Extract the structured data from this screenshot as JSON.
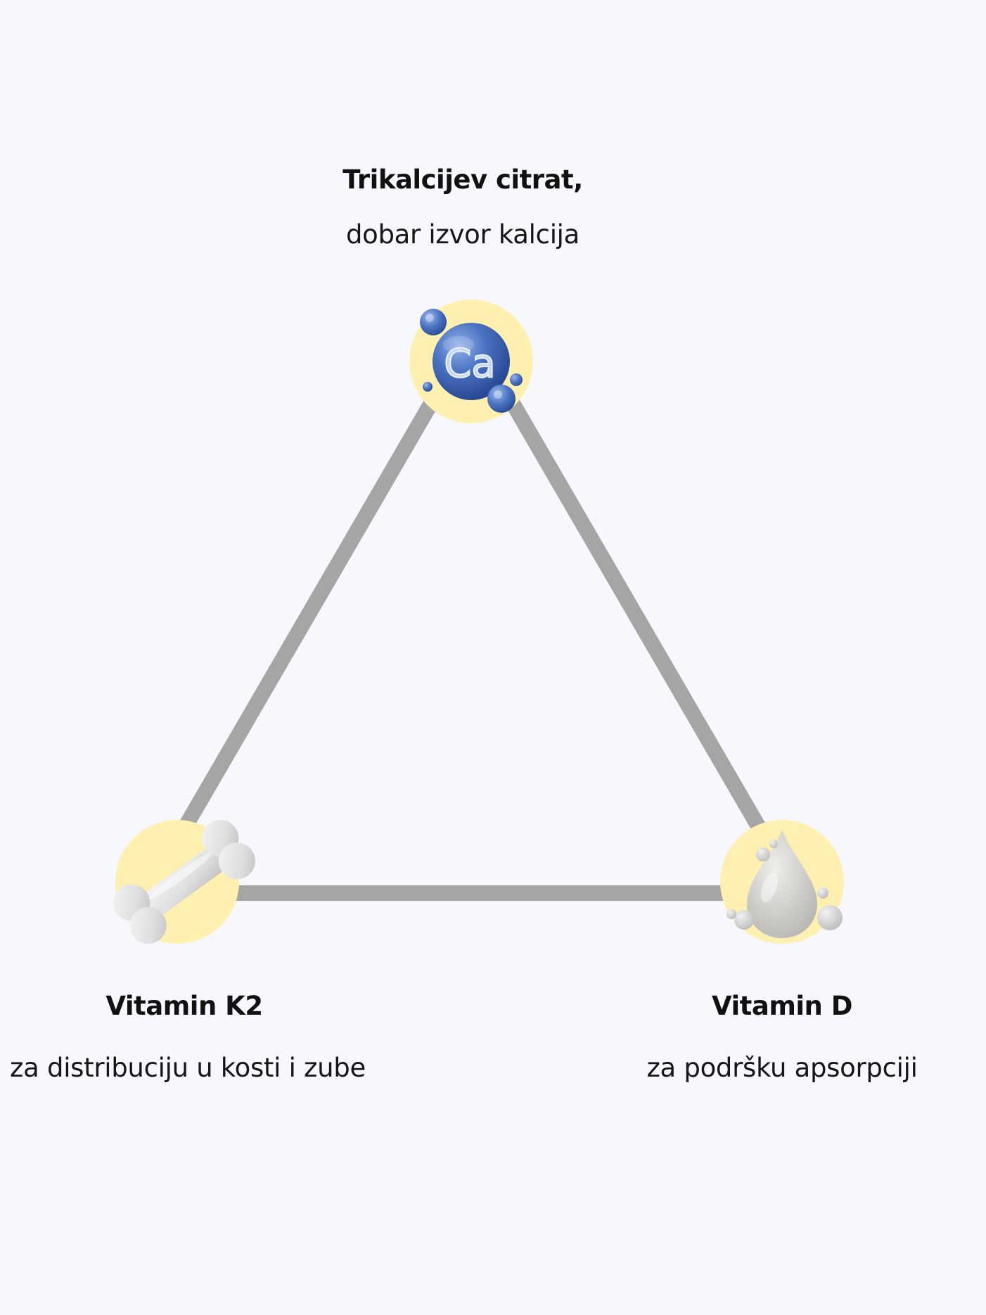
{
  "nodes": {
    "top": {
      "title": "Trikalcijev citrat,",
      "description": "dobar izvor kalcija",
      "icon": "calcium-molecule-icon",
      "icon_text": "Ca"
    },
    "left": {
      "title": "Vitamin K2",
      "description": "za distribuciju u kosti i zube",
      "icon": "bone-icon"
    },
    "right": {
      "title": "Vitamin D",
      "description": "za podršku apsorpciji",
      "icon": "water-drop-icon"
    }
  },
  "colors": {
    "background": "#f6f8fe",
    "triangle_stroke": "#a5a5a5",
    "node_circle": "#fdf0b0",
    "calcium_blue": "#3f67b5",
    "bone_gray": "#dcdcdc",
    "drop_gray": "#c9c9c9"
  }
}
